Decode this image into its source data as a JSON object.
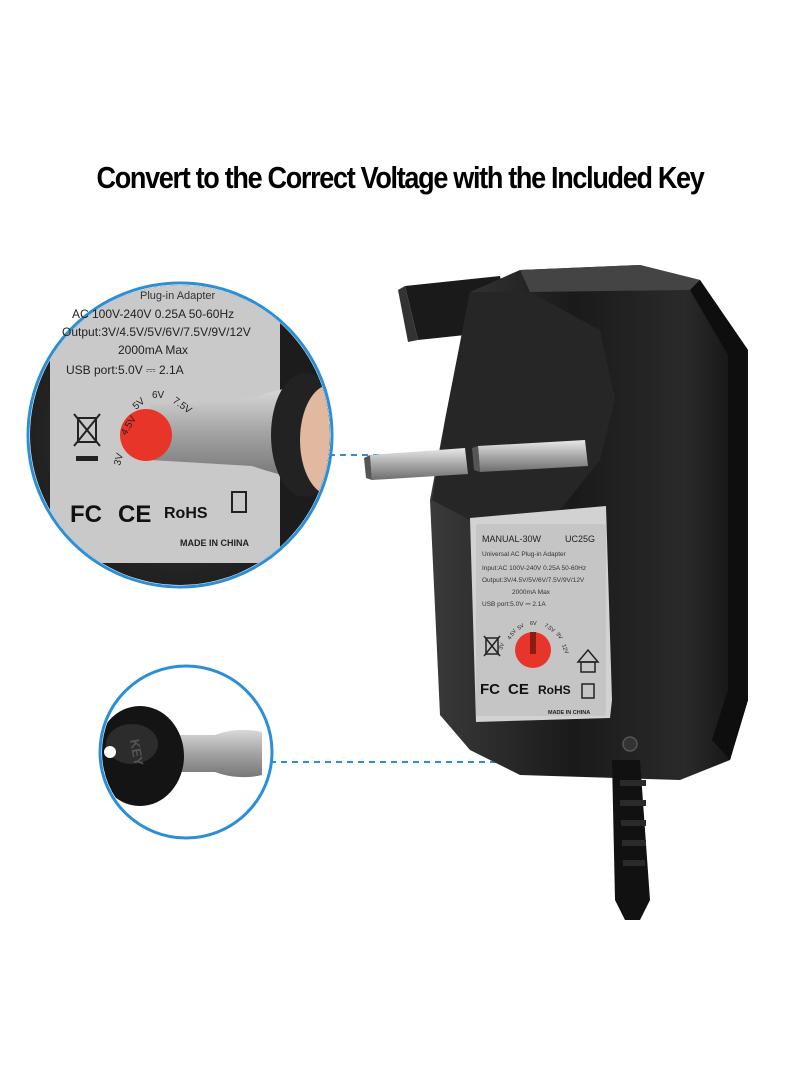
{
  "headline": "Convert to the Correct Voltage with the Included Key",
  "colors": {
    "accent_blue": "#2a8fd6",
    "dial_red": "#e8352a",
    "body_black": "#1c1c1c",
    "label_silver": "#c8c8c8"
  },
  "zoom_label": {
    "header_partial": "Plug-in Adapter",
    "input": "AC 100V-240V 0.25A 50-60Hz",
    "output": "Output:3V/4.5V/5V/6V/7.5V/9V/12V",
    "current": "2000mA Max",
    "usb": "USB port:5.0V ⎓ 2.1A",
    "dial_marks": [
      "3V",
      "4.5V",
      "5V",
      "6V",
      "7.5V"
    ],
    "cert_fc": "FC",
    "cert_ce": "CE",
    "cert_rohs": "RoHS",
    "made_in": "MADE IN CHINA"
  },
  "device_label": {
    "model": "MANUAL-30W",
    "code": "UC25G",
    "type": "Universal AC Plug-in Adapter",
    "input": "Input:AC 100V-240V 0.25A 50-60Hz",
    "output": "Output:3V/4.5V/5V/6V/7.5V/9V/12V",
    "current": "2000mA Max",
    "usb": "USB port:5.0V ⎓ 2.1A",
    "dial_marks": [
      "3V",
      "4.5V",
      "5V",
      "6V",
      "7.5V",
      "9V",
      "12V"
    ],
    "cert_fc": "FC",
    "cert_ce": "CE",
    "cert_rohs": "RoHS",
    "made_in": "MADE IN CHINA"
  },
  "key": {
    "text": "KEY"
  }
}
